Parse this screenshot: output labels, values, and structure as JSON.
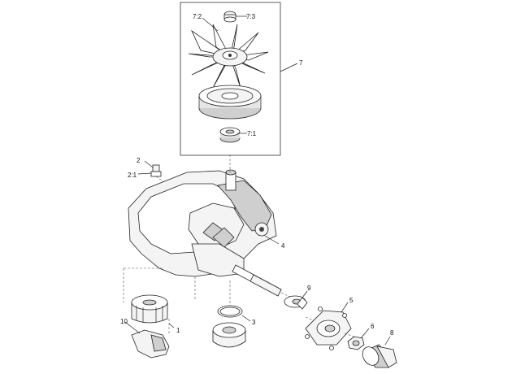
{
  "callouts": {
    "c7_2": "7:2",
    "c7_3": "7:3",
    "c7": "7",
    "c7_1": "7:1",
    "c2": "2",
    "c2_1": "2:1",
    "c4": "4",
    "c9": "9",
    "c5": "5",
    "c1": "1",
    "c3": "3",
    "c10": "10",
    "c6": "6",
    "c8": "8"
  }
}
